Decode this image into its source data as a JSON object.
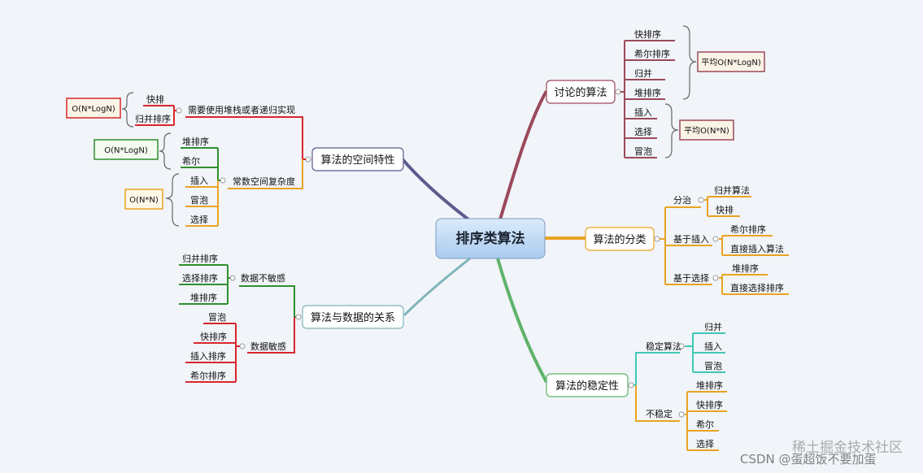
{
  "root": "排序类算法",
  "branches": {
    "discuss": {
      "title": "讨论的算法",
      "items": [
        "快排序",
        "希尔排序",
        "归并",
        "堆排序",
        "插入",
        "选择",
        "冒泡"
      ],
      "note_fast": "平均O(N*LogN)",
      "note_slow": "平均O(N*N)"
    },
    "classify": {
      "title": "算法的分类",
      "groups": [
        {
          "label": "分治",
          "items": [
            "归并算法",
            "快排"
          ]
        },
        {
          "label": "基于插入",
          "items": [
            "希尔排序",
            "直接插入算法"
          ]
        },
        {
          "label": "基于选择",
          "items": [
            "堆排序",
            "直接选择排序"
          ]
        }
      ]
    },
    "stability": {
      "title": "算法的稳定性",
      "groups": [
        {
          "label": "稳定算法",
          "items": [
            "归并",
            "插入",
            "冒泡"
          ]
        },
        {
          "label": "不稳定",
          "items": [
            "堆排序",
            "快排序",
            "希尔",
            "选择"
          ]
        }
      ]
    },
    "space": {
      "title": "算法的空间特性",
      "groups": [
        {
          "label": "需要使用堆栈或者递归实现",
          "items": [
            "快排",
            "归并排序"
          ]
        },
        {
          "label": "常数空间复杂度",
          "items": [
            "堆排序",
            "希尔",
            "插入",
            "冒泡",
            "选择"
          ]
        }
      ],
      "note_stack": "O(N*LogN)",
      "note_const_a": "O(N*LogN)",
      "note_const_b": "O(N*N)"
    },
    "data": {
      "title": "算法与数据的关系",
      "groups": [
        {
          "label": "数据不敏感",
          "items": [
            "归并排序",
            "选择排序",
            "堆排序"
          ]
        },
        {
          "label": "数据敏感",
          "items": [
            "冒泡",
            "快排序",
            "插入排序",
            "希尔排序"
          ]
        }
      ]
    }
  },
  "watermark": {
    "text_a": "CSDN @蛋超饭不要加蛋",
    "text_b": "稀土掘金技术社区"
  },
  "colors": {
    "discuss": "#9b4a5b",
    "classify": "#e9a322",
    "stability": "#3ec8b4",
    "space_red": "#d9262b",
    "space_green": "#2f8f2f",
    "space_orange": "#e9a322",
    "data_green": "#2f8f2f",
    "data_red": "#d9262b"
  }
}
